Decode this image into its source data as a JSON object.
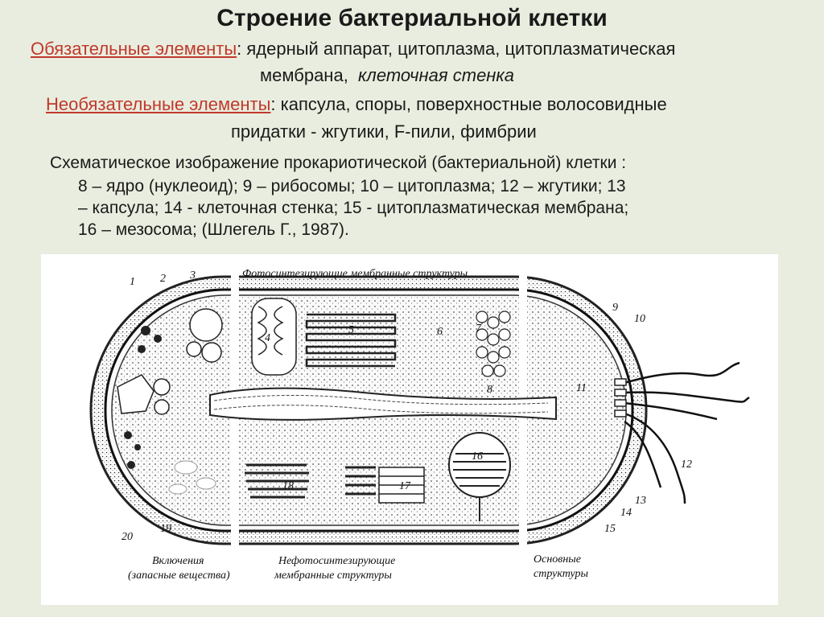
{
  "title": "Строение бактериальной клетки",
  "mandatory": {
    "label": "Обязательные элементы",
    "text": ": ядерный аппарат, цитоплазма, цитоплазматическая",
    "text2": "мембрана,",
    "italic": "клеточная стенка"
  },
  "optional": {
    "label": "Необязательные элементы",
    "text": ": капсула, споры, поверхностные волосовидные",
    "text2": "придатки - жгутики, F-пили, фимбрии"
  },
  "caption": {
    "line1": "Схематическое изображение прокариотической (бактериальной) клетки :",
    "line2": "8 – ядро (нуклеоид); 9 – рибосомы;  10 – цитоплазма; 12 – жгутики; 13",
    "line3": "– капсула; 14 - клеточная стенка; 15 - цитоплазматическая мембрана;",
    "line4": "16 – мезосома; (Шлегель Г., 1987)."
  },
  "figure": {
    "section_top": "Фотосинтезирующие мембранные структуры",
    "section_left_1": "Включения",
    "section_left_2": "(запасные вещества)",
    "section_mid_1": "Нефотосинтезирующие",
    "section_mid_2": "мембранные  структуры",
    "section_right_1": "Основные",
    "section_right_2": "структуры",
    "numbers": [
      "1",
      "2",
      "3",
      "4",
      "5",
      "6",
      "7",
      "8",
      "9",
      "10",
      "11",
      "12",
      "13",
      "14",
      "15",
      "16",
      "17",
      "18",
      "19",
      "20"
    ]
  }
}
